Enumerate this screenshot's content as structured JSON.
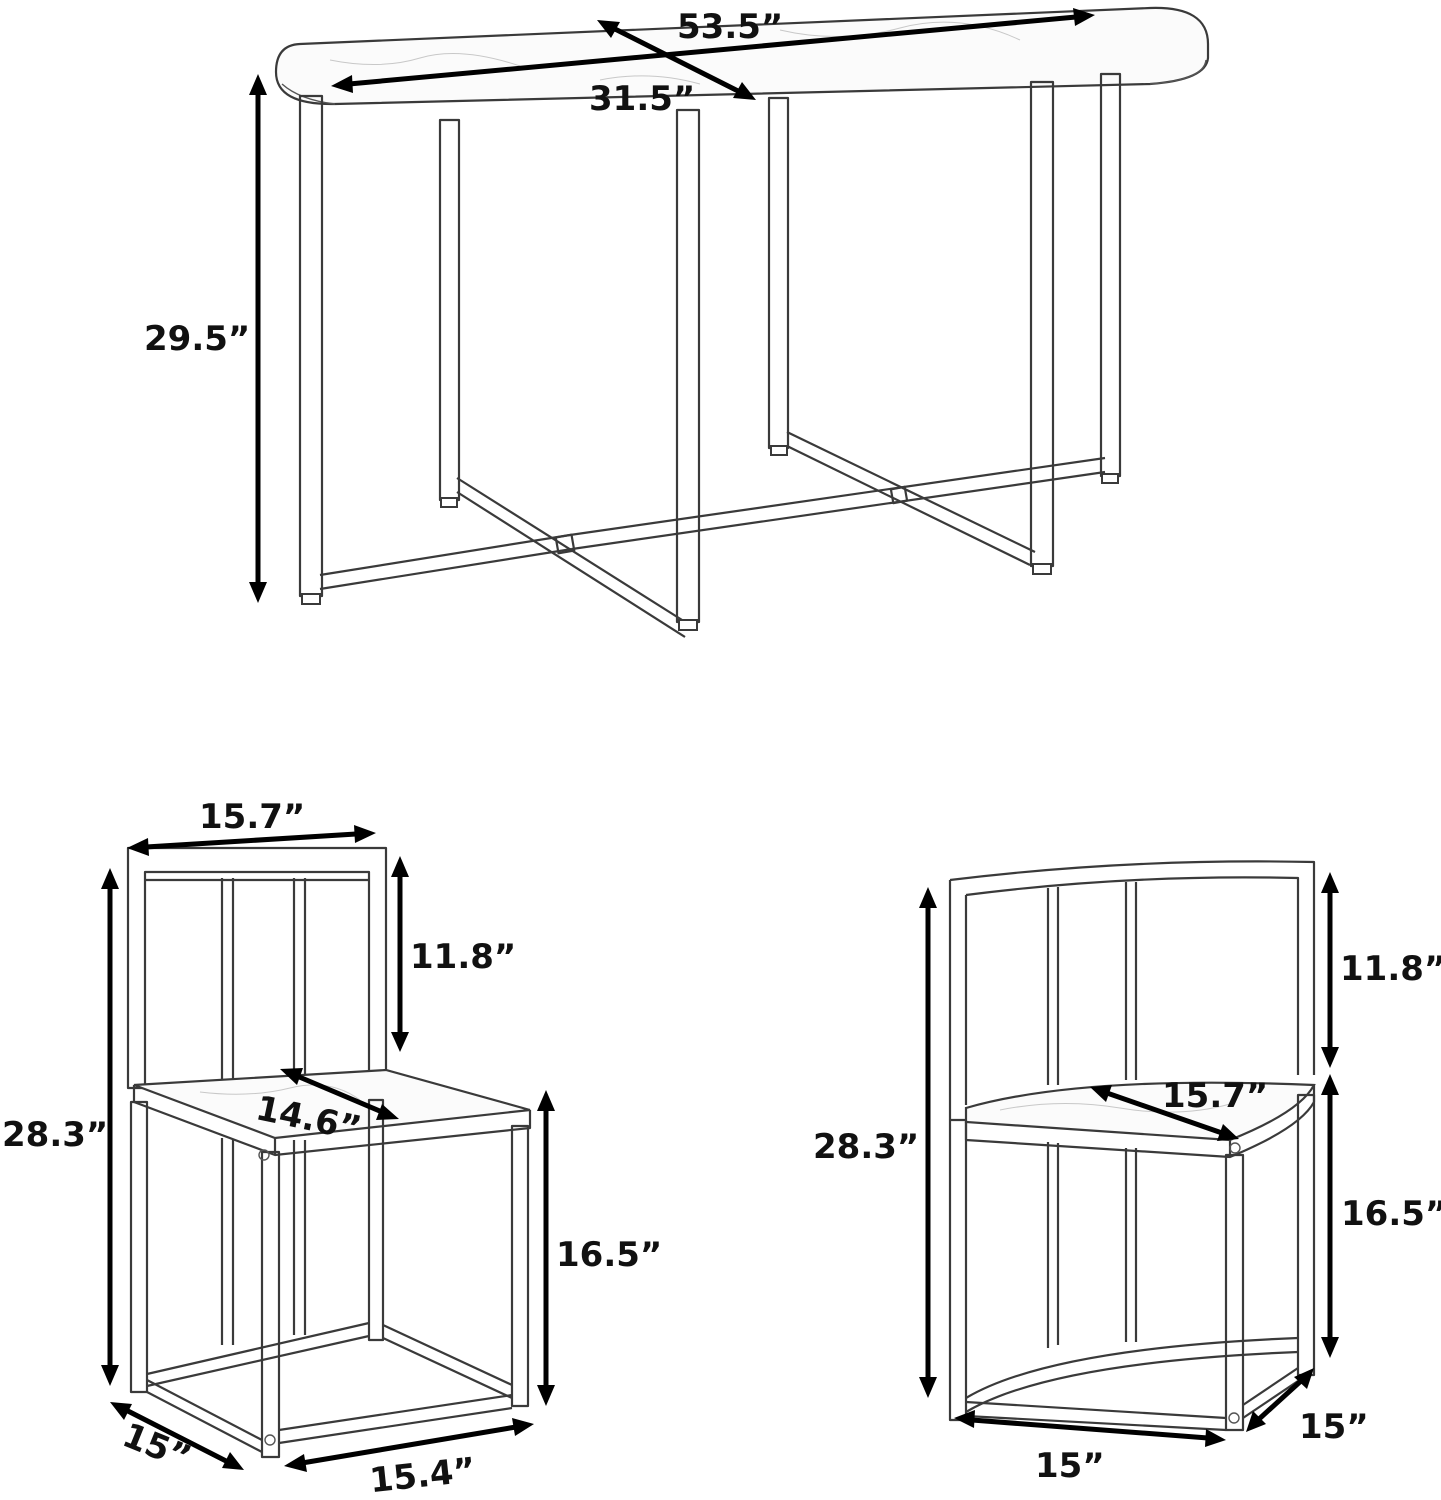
{
  "table": {
    "length_label": "53.5”",
    "width_label": "31.5”",
    "height_label": "29.5”"
  },
  "chair_left": {
    "back_width_label": "15.7”",
    "back_height_label": "11.8”",
    "seat_depth_label": "14.6”",
    "total_height_label": "28.3”",
    "seat_height_label": "16.5”",
    "base_depth_label": "15”",
    "base_width_label": "15.4”"
  },
  "chair_right": {
    "back_height_label": "11.8”",
    "seat_depth_label": "15.7”",
    "total_height_label": "28.3”",
    "seat_height_label": "16.5”",
    "base_width_label": "15”",
    "base_depth_label": "15”"
  }
}
